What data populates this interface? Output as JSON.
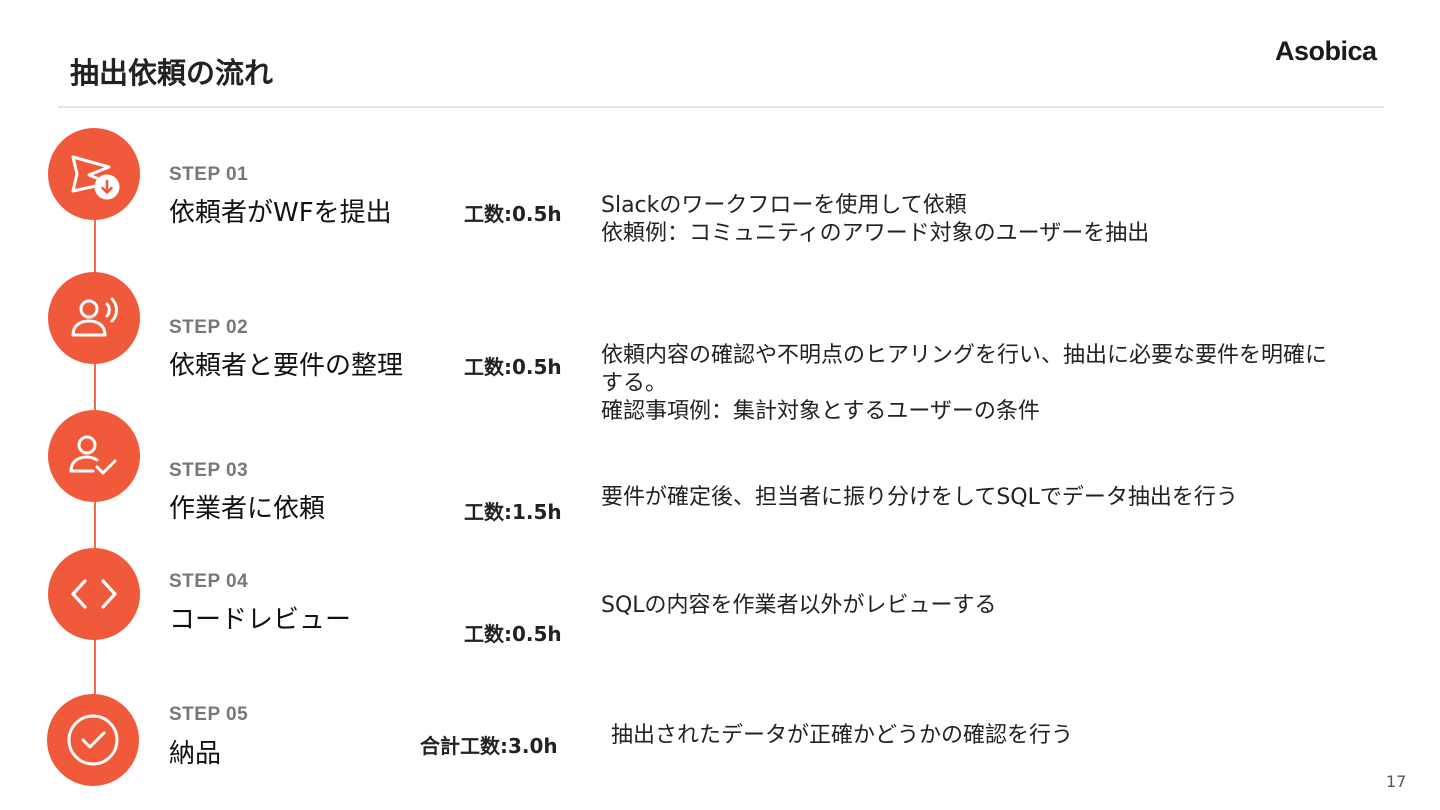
{
  "slide": {
    "title": "抽出依頼の流れ",
    "logo": "Asobica",
    "page_number": "17",
    "accent_color": "#f05a3a"
  },
  "steps": [
    {
      "label": "STEP 01",
      "title": "依頼者がWFを提出",
      "effort": "工数:0.5h",
      "icon": "send-download-icon",
      "desc": [
        "Slackのワークフローを使用して依頼",
        "依頼例：コミュニティのアワード対象のユーザーを抽出"
      ]
    },
    {
      "label": "STEP 02",
      "title": "依頼者と要件の整理",
      "effort": "工数:0.5h",
      "icon": "person-speaking-icon",
      "desc": [
        "依頼内容の確認や不明点のヒアリングを行い、抽出に必要な要件を明確に",
        "する。",
        "確認事項例：集計対象とするユーザーの条件"
      ]
    },
    {
      "label": "STEP 03",
      "title": "作業者に依頼",
      "effort": "工数:1.5h",
      "icon": "person-check-icon",
      "desc": [
        "要件が確定後、担当者に振り分けをしてSQLでデータ抽出を行う"
      ]
    },
    {
      "label": "STEP 04",
      "title": "コードレビュー",
      "effort": "工数:0.5h",
      "icon": "code-brackets-icon",
      "desc": [
        "SQLの内容を作業者以外がレビューする"
      ]
    },
    {
      "label": "STEP 05",
      "title": "納品",
      "effort": "合計工数:3.0h",
      "icon": "check-circle-icon",
      "desc": [
        "抽出されたデータが正確かどうかの確認を行う"
      ]
    }
  ]
}
